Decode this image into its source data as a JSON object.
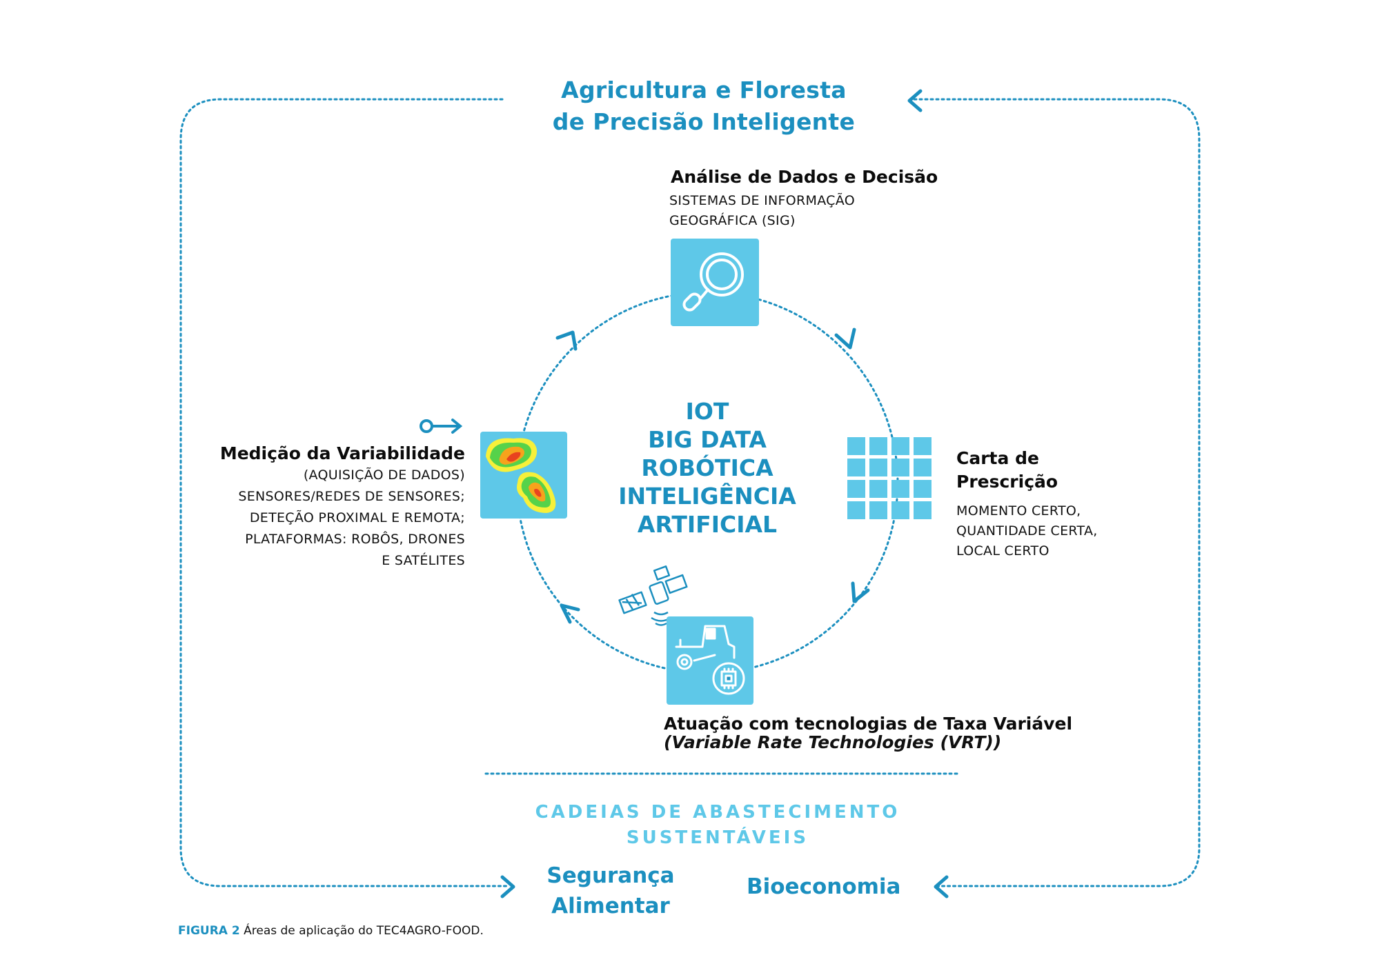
{
  "title": {
    "line1": "Agricultura e Floresta",
    "line2": "de Precisão Inteligente"
  },
  "center": {
    "lines": [
      "IOT",
      "BIG DATA",
      "ROBÓTICA",
      "INTELIGÊNCIA",
      "ARTIFICIAL"
    ]
  },
  "analise": {
    "title": "Análise de Dados e Decisão",
    "lines": [
      "SISTEMAS DE INFORMAÇÃO",
      "GEOGRÁFICA (SIG)"
    ]
  },
  "carta": {
    "title_lines": [
      "Carta de",
      "Prescrição"
    ],
    "lines": [
      "MOMENTO CERTO,",
      "QUANTIDADE CERTA,",
      "LOCAL CERTO"
    ]
  },
  "medicao": {
    "title": "Medição da Variabilidade",
    "lines": [
      "(AQUISIÇÃO DE DADOS)",
      "SENSORES/REDES DE SENSORES;",
      "DETEÇÃO PROXIMAL E REMOTA;",
      "PLATAFORMAS: ROBÔS, DRONES",
      "E SATÉLITES"
    ]
  },
  "atuacao": {
    "title": "Atuação com tecnologias de Taxa Variável",
    "subtitle": "(Variable Rate Technologies (VRT))"
  },
  "cadeias": {
    "lines": [
      "CADEIAS DE ABASTECIMENTO",
      "SUSTENTÁVEIS"
    ]
  },
  "seguranca": {
    "lines": [
      "Segurança",
      "Alimentar"
    ]
  },
  "bioeconomia": "Bioeconomia",
  "caption": {
    "label": "FIGURA 2",
    "text": "Áreas de aplicação do TEC4AGRO-FOOD."
  },
  "icons": [
    "magnifier-icon",
    "grid-icon",
    "heatmap-icon",
    "tractor-icon",
    "satellite-icon",
    "sensor-arrow-icon"
  ],
  "colors": {
    "accent": "#1b8fbf",
    "light_accent": "#5ec8e8",
    "text": "#111111"
  }
}
